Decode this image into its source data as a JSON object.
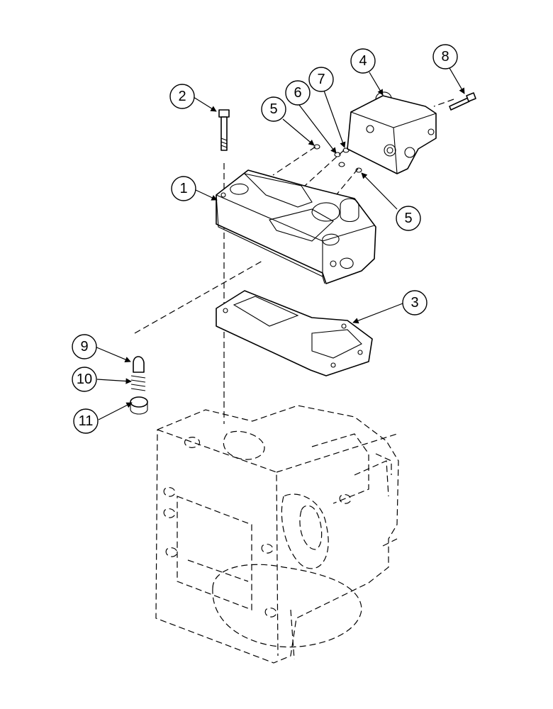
{
  "callouts": [
    {
      "id": "c1",
      "label": "1"
    },
    {
      "id": "c2",
      "label": "2"
    },
    {
      "id": "c3",
      "label": "3"
    },
    {
      "id": "c4",
      "label": "4"
    },
    {
      "id": "c5a",
      "label": "5"
    },
    {
      "id": "c5b",
      "label": "5"
    },
    {
      "id": "c6",
      "label": "6"
    },
    {
      "id": "c7",
      "label": "7"
    },
    {
      "id": "c8",
      "label": "8"
    },
    {
      "id": "c9",
      "label": "9"
    },
    {
      "id": "c10",
      "label": "10"
    },
    {
      "id": "c11",
      "label": "11"
    }
  ]
}
